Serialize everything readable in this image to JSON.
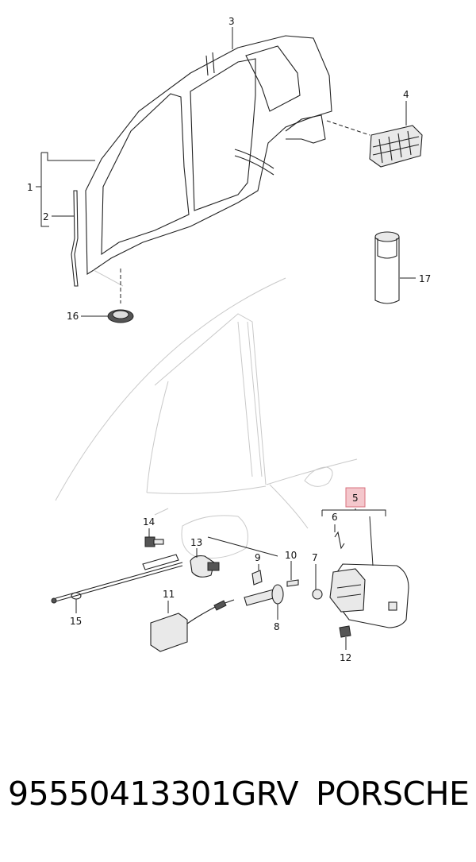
{
  "diagram": {
    "callouts": [
      {
        "id": "callout-1",
        "label": "1",
        "highlighted": false
      },
      {
        "id": "callout-2",
        "label": "2",
        "highlighted": false
      },
      {
        "id": "callout-3",
        "label": "3",
        "highlighted": false
      },
      {
        "id": "callout-4",
        "label": "4",
        "highlighted": false
      },
      {
        "id": "callout-5",
        "label": "5",
        "highlighted": true
      },
      {
        "id": "callout-6",
        "label": "6",
        "highlighted": false
      },
      {
        "id": "callout-7",
        "label": "7",
        "highlighted": false
      },
      {
        "id": "callout-8",
        "label": "8",
        "highlighted": false
      },
      {
        "id": "callout-9",
        "label": "9",
        "highlighted": false
      },
      {
        "id": "callout-10",
        "label": "10",
        "highlighted": false
      },
      {
        "id": "callout-11",
        "label": "11",
        "highlighted": false
      },
      {
        "id": "callout-12",
        "label": "12",
        "highlighted": false
      },
      {
        "id": "callout-13",
        "label": "13",
        "highlighted": false
      },
      {
        "id": "callout-14",
        "label": "14",
        "highlighted": false
      },
      {
        "id": "callout-15",
        "label": "15",
        "highlighted": false
      },
      {
        "id": "callout-16",
        "label": "16",
        "highlighted": false
      },
      {
        "id": "callout-17",
        "label": "17",
        "highlighted": false
      }
    ],
    "highlight_color": "#f4c7cc",
    "highlight_border": "#d9707e"
  },
  "footer": {
    "part_number": "95550413301GRV",
    "brand": "PORSCHE"
  }
}
